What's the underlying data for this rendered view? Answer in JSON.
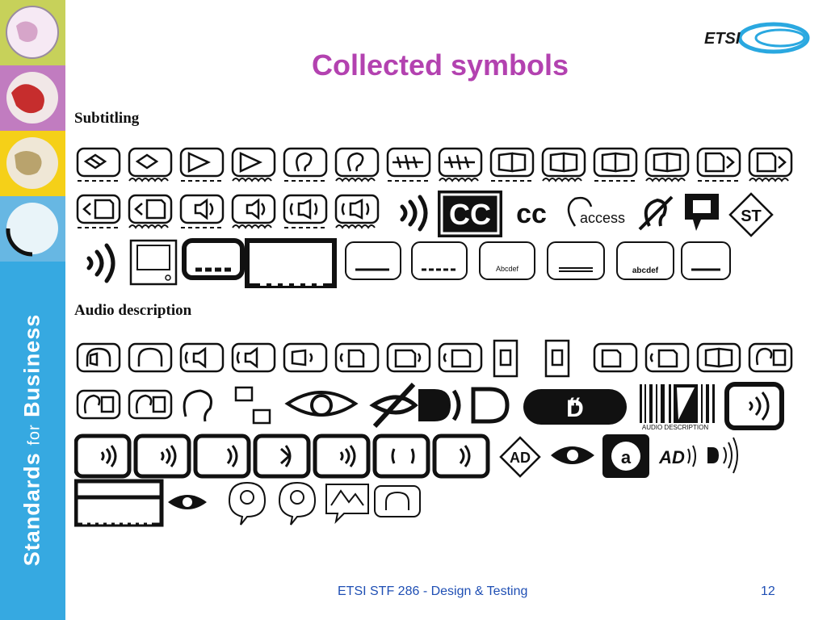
{
  "sidebar": {
    "part1": "Standards",
    "part2": "for",
    "part3": "Business"
  },
  "title": "Collected symbols",
  "logo": {
    "text": "ETSI"
  },
  "sections": {
    "subtitling": "Subtitling",
    "audio": "Audio description"
  },
  "symbol_text": {
    "cc": "CC",
    "cc2": "cc",
    "access": "access",
    "st": "ST",
    "ad": "AD",
    "abcdef": "abcdef",
    "Abcdef": "Abcdef",
    "d": "D",
    "audio_desc": "AUDIO DESCRIPTION",
    "ad2": "AD"
  },
  "footer": {
    "left": "ETSI STF 286 - Design & Testing",
    "page": "12"
  },
  "colors": {
    "sidebar": "#36a9e1",
    "title": "#b342b0",
    "footer": "#1f4fb4",
    "tile1": "#c7d15a",
    "tile2": "#c17cc0",
    "tile3": "#f5d018",
    "tile4": "#67b7e3"
  }
}
